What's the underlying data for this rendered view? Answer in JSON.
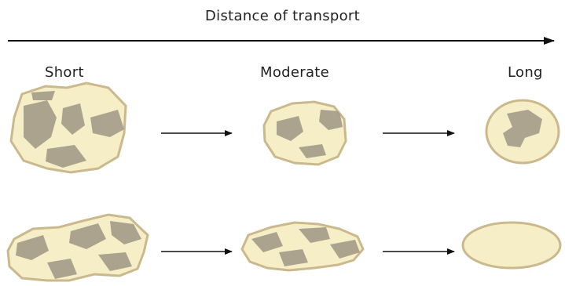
{
  "title": "Distance of transport",
  "labels": {
    "short": "Short",
    "moderate": "Moderate",
    "long": "Long"
  },
  "colors": {
    "pebble_fill": "#f6eec7",
    "pebble_outline": "#c9b98d",
    "pebble_patch": "#a49b88",
    "arrow": "#111111"
  },
  "rows": [
    {
      "stages": [
        "short",
        "moderate",
        "long"
      ]
    },
    {
      "stages": [
        "short",
        "moderate",
        "long"
      ]
    }
  ]
}
